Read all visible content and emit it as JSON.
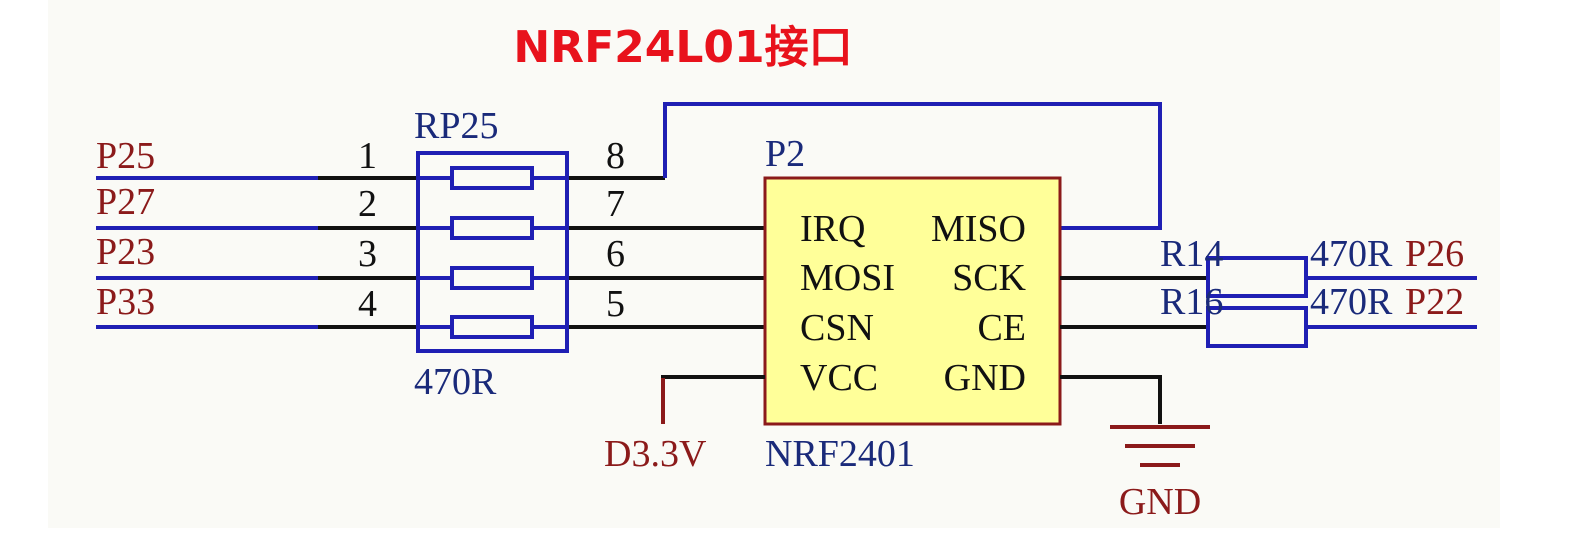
{
  "title": "NRF24L01接口",
  "colors": {
    "title": "#e8121c",
    "net": "#8b1a1a",
    "component_blue": "#1f1fb4",
    "designator": "#1a2a7a",
    "wire": "#111111",
    "chip_fill": "#ffff99",
    "chip_border": "#8b1a1a",
    "sheet_bg": "#fafaf6"
  },
  "left_nets": [
    "P25",
    "P27",
    "P23",
    "P33"
  ],
  "resistor_pack": {
    "designator": "RP25",
    "value": "470R",
    "left_pins": [
      "1",
      "2",
      "3",
      "4"
    ],
    "right_pins": [
      "8",
      "7",
      "6",
      "5"
    ]
  },
  "chip": {
    "designator": "P2",
    "part": "NRF2401",
    "left_pins": [
      "IRQ",
      "MOSI",
      "CSN",
      "VCC"
    ],
    "right_pins": [
      "MISO",
      "SCK",
      "CE",
      "GND"
    ]
  },
  "power": {
    "supply_label": "D3.3V",
    "ground_label": "GND"
  },
  "right_resistors": [
    {
      "designator": "R14",
      "value": "470R",
      "net": "P26"
    },
    {
      "designator": "R16",
      "value": "470R",
      "net": "P22"
    }
  ]
}
